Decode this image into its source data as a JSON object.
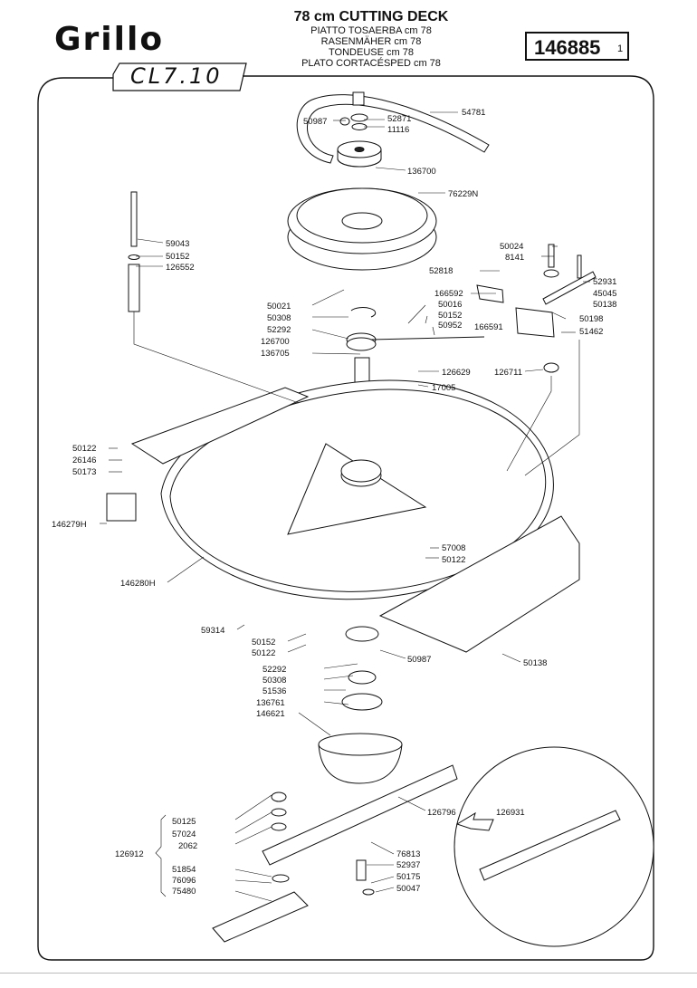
{
  "header": {
    "title": "78 cm CUTTING DECK",
    "subtitles": [
      "PIATTO TOSAERBA cm 78",
      "RASENMÄHER cm 78",
      "TONDEUSE cm 78",
      "PLATO CORTACÉSPED cm 78"
    ],
    "brand": "Grillo",
    "model": "CL7.10",
    "drawing_number": "146885",
    "sheet": "1"
  },
  "parts": {
    "p54781": "54781",
    "p50987a": "50987",
    "p52871": "52871",
    "p11116": "11116",
    "p136700": "136700",
    "p76229N": "76229N",
    "p59043": "59043",
    "p50152a": "50152",
    "p126552": "126552",
    "p50024": "50024",
    "p8141": "8141",
    "p52818": "52818",
    "p52931": "52931",
    "p45045": "45045",
    "p50138a": "50138",
    "p166592": "166592",
    "p50016": "50016",
    "p50152b": "50152",
    "p50952": "50952",
    "p166591": "166591",
    "p50198": "50198",
    "p51462": "51462",
    "p50021": "50021",
    "p50308a": "50308",
    "p52292a": "52292",
    "p126700": "126700",
    "p136705": "136705",
    "p126629": "126629",
    "p17005": "17005",
    "p126711": "126711",
    "p50122a": "50122",
    "p26146": "26146",
    "p50173": "50173",
    "p146279H": "146279H",
    "p57008": "57008",
    "p50122b": "50122",
    "p146280H": "146280H",
    "p59314": "59314",
    "p50152c": "50152",
    "p50122c": "50122",
    "p50987b": "50987",
    "p50138b": "50138",
    "p52292b": "52292",
    "p50308b": "50308",
    "p51536": "51536",
    "p136761": "136761",
    "p146621": "146621",
    "p126796": "126796",
    "p126931": "126931",
    "p50125": "50125",
    "p57024": "57024",
    "p2062": "2062",
    "p126912": "126912",
    "p51854": "51854",
    "p76096": "76096",
    "p75480": "75480",
    "p76813": "76813",
    "p52937": "52937",
    "p50175": "50175",
    "p50047": "50047"
  }
}
